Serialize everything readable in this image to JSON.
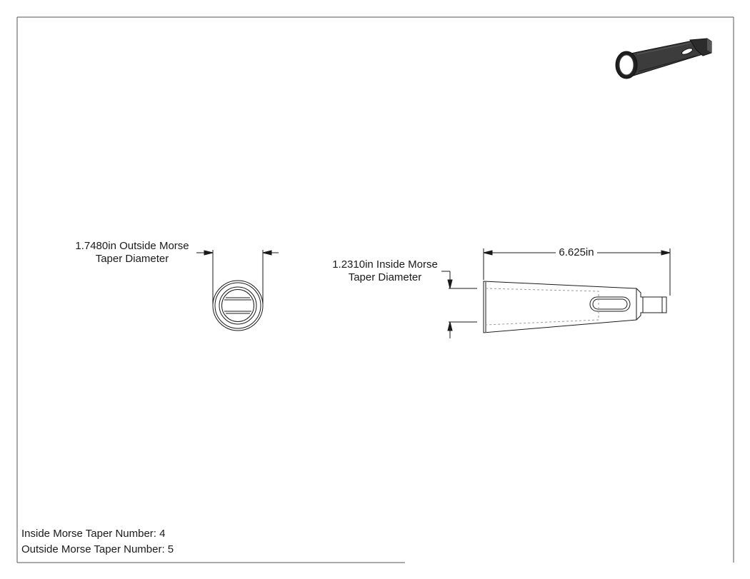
{
  "front_view": {
    "dimension_label_line1": "1.7480in Outside Morse",
    "dimension_label_line2": "Taper Diameter"
  },
  "side_view": {
    "inside_label_line1": "1.2310in Inside Morse",
    "inside_label_line2": "Taper Diameter",
    "length_label": "6.625in"
  },
  "notes": {
    "inside_taper": "Inside Morse Taper Number: 4",
    "outside_taper": "Outside Morse Taper Number: 5"
  },
  "colors": {
    "border": "#555555",
    "line": "#1a1a1a",
    "hidden_line": "#9a9a9a",
    "iso_body": "#3a3a3a"
  }
}
